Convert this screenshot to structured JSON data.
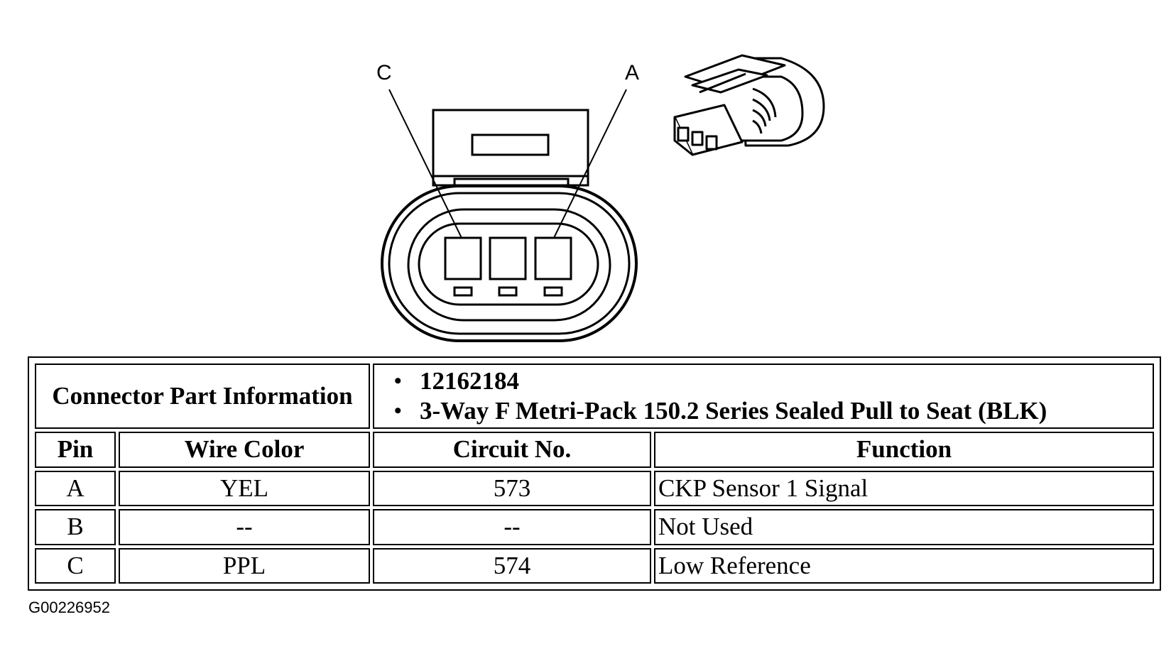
{
  "diagram": {
    "pin_labels": [
      "C",
      "A"
    ],
    "icons": [
      "connector-face-icon",
      "connector-3d-icon"
    ]
  },
  "table": {
    "part_info_label": "Connector Part Information",
    "part_numbers": [
      "12162184",
      "3-Way F Metri-Pack 150.2 Series Sealed Pull to Seat (BLK)"
    ],
    "headers": {
      "pin": "Pin",
      "wire_color": "Wire Color",
      "circuit": "Circuit No.",
      "function": "Function"
    },
    "rows": [
      {
        "pin": "A",
        "wire_color": "YEL",
        "circuit": "573",
        "function": "CKP Sensor 1 Signal"
      },
      {
        "pin": "B",
        "wire_color": "--",
        "circuit": "--",
        "function": "Not Used"
      },
      {
        "pin": "C",
        "wire_color": "PPL",
        "circuit": "574",
        "function": "Low Reference"
      }
    ]
  },
  "figure_id": "G00226952"
}
